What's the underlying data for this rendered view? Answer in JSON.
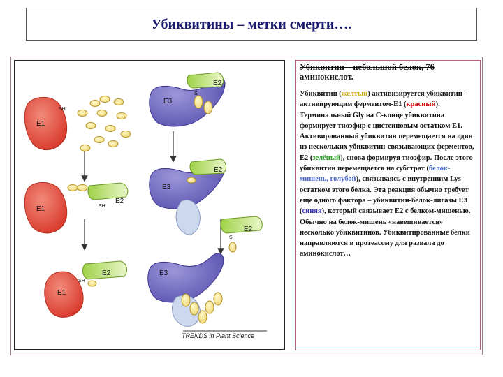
{
  "title": "Убиквитины – метки смерти….",
  "figure": {
    "credit": "TRENDS in Plant Science",
    "labels": {
      "e1": "E1",
      "e2": "E2",
      "e3": "E3",
      "sh": "SH",
      "s": "S"
    }
  },
  "caption": {
    "lead": "Убиквитин – небольшой белок, 76 аминокислот.",
    "p1": "Убиквитин (",
    "yellow": "желтый",
    "p2": ") активизируется убиквитин-активирующим ферментом-Е1 (",
    "red": "красный",
    "p3": "). Терминальный Gly на С-конце убиквитина формирует тиоэфир с цистеиновым остатком Е1. Активированный убиквитин перемещается на один из нескольких убиквитин-связывающих ферментов, Е2 (",
    "green": "зелёный",
    "p4": "), снова формируя тиоэфир. После этого убиквитин перемещается на субстрат (",
    "blue": "белок-мишень, голубой",
    "p5": "), связываясь с внутренним Lys остатком этого белка. Эта реакция обычно требует еще одного фактора – убиквитин-белок-лигазы  Е3 (",
    "violet": "синяя",
    "p6": "), который связывает Е2 с белком-мишенью. Обычно на белок-мишень «навешивается» несколько убиквитинов. Убиквитированные белки направляются в протеасому для развала до аминокислот…"
  }
}
